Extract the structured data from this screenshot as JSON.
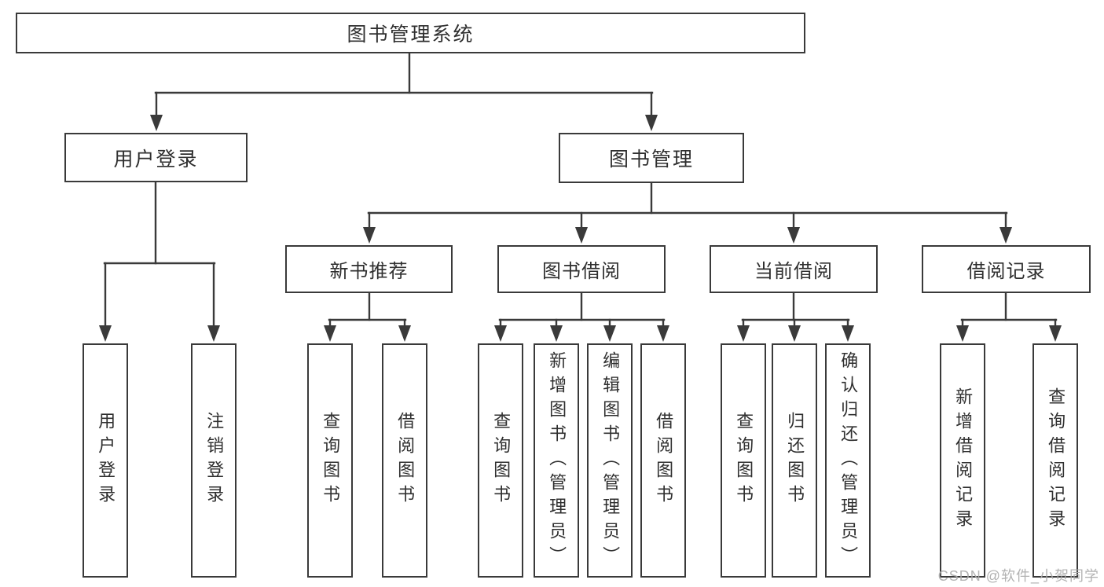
{
  "diagram": {
    "root": {
      "label": "图书管理系统"
    },
    "level2": [
      {
        "label": "用户登录"
      },
      {
        "label": "图书管理"
      }
    ],
    "level3": [
      {
        "label": "新书推荐"
      },
      {
        "label": "图书借阅"
      },
      {
        "label": "当前借阅"
      },
      {
        "label": "借阅记录"
      }
    ],
    "leaves": [
      {
        "parent": "用户登录",
        "label": "用户登录"
      },
      {
        "parent": "用户登录",
        "label": "注销登录"
      },
      {
        "parent": "新书推荐",
        "label": "查询图书"
      },
      {
        "parent": "新书推荐",
        "label": "借阅图书"
      },
      {
        "parent": "图书借阅",
        "label": "查询图书"
      },
      {
        "parent": "图书借阅",
        "label": "新增图书（管理员）"
      },
      {
        "parent": "图书借阅",
        "label": "编辑图书（管理员）"
      },
      {
        "parent": "图书借阅",
        "label": "借阅图书"
      },
      {
        "parent": "当前借阅",
        "label": "查询图书"
      },
      {
        "parent": "当前借阅",
        "label": "归还图书"
      },
      {
        "parent": "当前借阅",
        "label": "确认归还（管理员）"
      },
      {
        "parent": "借阅记录",
        "label": "新增借阅记录"
      },
      {
        "parent": "借阅记录",
        "label": "查询借阅记录"
      }
    ]
  },
  "watermark": {
    "text": "CSDN @软件_小贺同学"
  },
  "colors": {
    "line": "#3a3a3a",
    "box_border": "#3a3a3a",
    "text": "#2f2f2f",
    "watermark": "#ababab",
    "background": "#ffffff"
  }
}
